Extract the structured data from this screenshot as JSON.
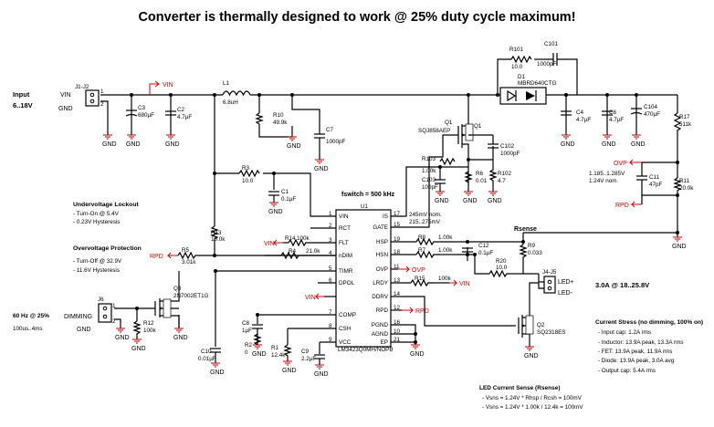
{
  "title": "Converter is thermally designed to work @ 25% duty cycle maximum!",
  "input": {
    "label": "Input",
    "range": "6..18V",
    "vin": "VIN",
    "gnd": "GND",
    "ref": "J1-J2"
  },
  "parts": {
    "c3": [
      "C3",
      "680µF"
    ],
    "c2": [
      "C2",
      "4.7µF"
    ],
    "l1": [
      "L1",
      "6.8uH"
    ],
    "r10": [
      "R10",
      "49.9k"
    ],
    "c7": [
      "C7",
      "1000pF"
    ],
    "q1": [
      "Q1",
      "SQJ858AEP"
    ],
    "r101": [
      "R101",
      "10.0"
    ],
    "c101": [
      "C101",
      "1000pF"
    ],
    "d1": [
      "D1",
      "MBRD640CTG"
    ],
    "c4": [
      "C4",
      "4.7µF"
    ],
    "c6": [
      "C6",
      "4.7µF"
    ],
    "c104": [
      "C104",
      "470µF"
    ],
    "r17": [
      "R17",
      "511k"
    ],
    "c102": [
      "C102",
      "1000pF"
    ],
    "r103": [
      "R103",
      "1.00k"
    ],
    "c103": [
      "C103",
      "100pF"
    ],
    "r6": [
      "R6",
      "0.01"
    ],
    "r102": [
      "R102",
      "4.7"
    ],
    "r3": [
      "R3",
      "10.0"
    ],
    "c1": [
      "C1",
      "0.1µF"
    ],
    "c11": [
      "C11",
      "47pF"
    ],
    "r11": [
      "R11",
      "20.0k"
    ],
    "r13": [
      "R13",
      "10.0k"
    ],
    "r5": [
      "R5",
      "3.01k"
    ],
    "r14": [
      "R14",
      "100k"
    ],
    "r4": [
      "R4",
      "21.0k"
    ],
    "r9": [
      "R9",
      "0.033"
    ],
    "r8": [
      "R8",
      "1.00k"
    ],
    "r7": [
      "R7",
      "1.00k"
    ],
    "c12": [
      "C12",
      "0.1µF"
    ],
    "r20": [
      "R20",
      "10.0"
    ],
    "r15": [
      "R15",
      "100k"
    ],
    "q3": [
      "Q3",
      "2N7002ET1G"
    ],
    "r12": [
      "R12",
      "100k"
    ],
    "c8": [
      "C8",
      "1µF"
    ],
    "r2": [
      "R2",
      "0"
    ],
    "r1": [
      "R1",
      "12.4k"
    ],
    "c9": [
      "C9",
      "2.2µF"
    ],
    "c10": [
      "C10",
      "0.01µF"
    ],
    "q2": [
      "Q2",
      "SQ2318ES"
    ],
    "j6": [
      "J6"
    ],
    "j4j5": [
      "J4-J5"
    ]
  },
  "ic": {
    "ref": "U1",
    "part": "LM3423Q0MH/NOPB",
    "fsw": "fswitch = 500 kHz",
    "left_pins": [
      {
        "name": "VIN",
        "num": "1"
      },
      {
        "name": "RCT",
        "num": "2"
      },
      {
        "name": "FLT",
        "num": "3"
      },
      {
        "name": "nDIM",
        "num": "4"
      },
      {
        "name": "TIMR",
        "num": "5"
      },
      {
        "name": "DPOL",
        "num": "6"
      },
      {
        "name": "COMP",
        "num": "7"
      },
      {
        "name": "CSH",
        "num": "8"
      },
      {
        "name": "VCC",
        "num": "9"
      }
    ],
    "right_pins": [
      {
        "name": "IS",
        "num": "17"
      },
      {
        "name": "GATE",
        "num": "15"
      },
      {
        "name": "HSP",
        "num": "19"
      },
      {
        "name": "HSN",
        "num": "18"
      },
      {
        "name": "OVP",
        "num": "11"
      },
      {
        "name": "LRDY",
        "num": "13"
      },
      {
        "name": "DDRV",
        "num": "14"
      },
      {
        "name": "RPD",
        "num": "12"
      },
      {
        "name": "PGND",
        "num": "16"
      },
      {
        "name": "AGND",
        "num": "10"
      },
      {
        "name": "EP",
        "num": "21"
      }
    ],
    "is_note1": "245mV nom.",
    "is_note2": "215..275mV"
  },
  "nets": {
    "vin": "VIN",
    "rpd": "RPD",
    "ovp": "OVP",
    "gnd": "GND"
  },
  "rsense": "Rsense",
  "ovp_note1": "1.185..1.285V",
  "ovp_note2": "1.24V nom.",
  "led_plus": "LED+",
  "led_minus": "LED-",
  "led_rating": "3.0A @ 18..25.8V",
  "dimming": {
    "label": "DIMMING",
    "gnd": "GND",
    "freq": "60 Hz @ 25%",
    "timing": "100us..4ms"
  },
  "uvlo": {
    "title": "Undervoltage Lockout",
    "lines": [
      "- Turn-On @ 5.4V",
      "- 0.23V Hysteresis"
    ]
  },
  "ovp_notes": {
    "title": "Overvoltage Protection",
    "lines": [
      "- Turn-Off @ 32.9V",
      "- 11.6V Hysteresis"
    ]
  },
  "stress": {
    "title": "Current Stress (no dimming, 100% on)",
    "lines": [
      "- Input cap: 1.2A rms",
      "- Inductor: 13.9A peak, 13.3A rms",
      "- FET: 13.9A peak, 11.9A rms",
      "- Diode: 13.9A peak, 3.0A avg",
      "- Output cap: 5.4A rms"
    ]
  },
  "sense": {
    "title": "LED Current Sense (Rsense)",
    "lines": [
      "- Vsns = 1.24V * Rhsp / Rcsh = 100mV",
      "- Vsns = 1.24V * 1.00k / 12.4k = 100mV"
    ]
  }
}
